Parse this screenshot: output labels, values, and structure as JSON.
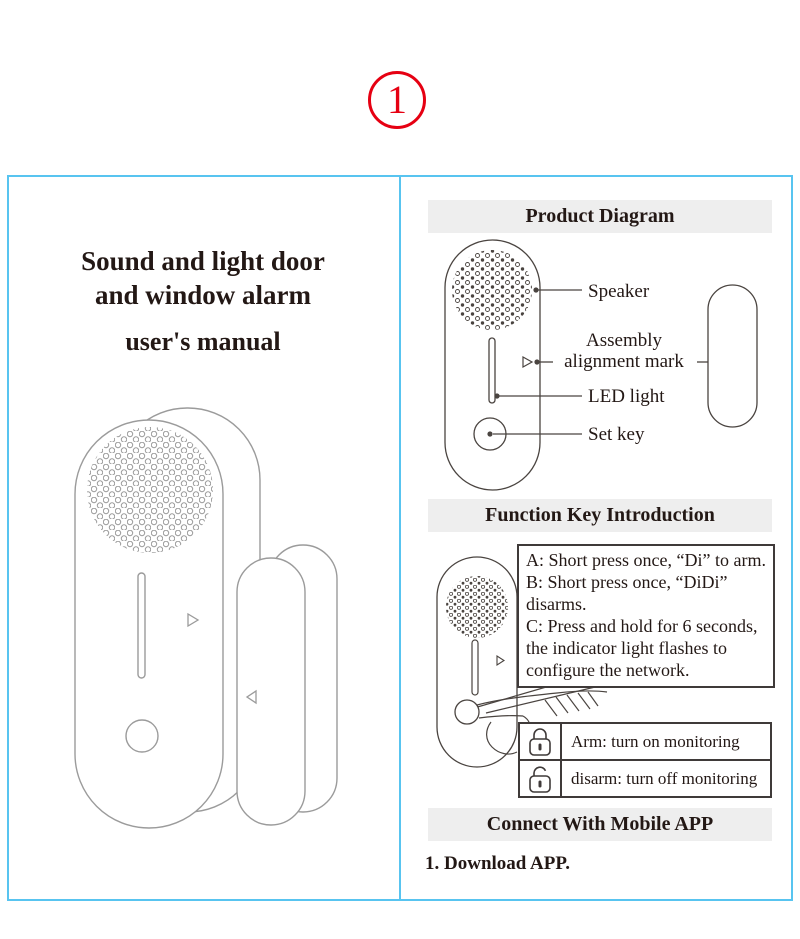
{
  "colors": {
    "accent_red": "#e60012",
    "panel_border": "#58c4f0",
    "section_header_bg": "#eeeeee",
    "ink": "#231815",
    "line_art_light": "#9b9b9b",
    "line_art_dark": "#4a4440"
  },
  "page": {
    "sheet_number": "1"
  },
  "left_page": {
    "title_line1": "Sound and light door",
    "title_line2": "and window alarm",
    "subtitle": "user's manual"
  },
  "right_page": {
    "product_diagram": {
      "header": "Product Diagram",
      "callouts": {
        "speaker": "Speaker",
        "assembly_line1": "Assembly",
        "assembly_line2": "alignment mark",
        "led": "LED light",
        "set_key": "Set key"
      }
    },
    "function_key": {
      "header": "Function Key Introduction",
      "instructions": [
        "A: Short press once, “Di” to arm.",
        "B: Short press once, “DiDi” disarms.",
        "C: Press and hold for 6 seconds, the indicator light flashes to configure the network."
      ],
      "modes": [
        {
          "icon": "lock-closed-icon",
          "label": "Arm: turn on monitoring"
        },
        {
          "icon": "lock-open-icon",
          "label": "disarm: turn off monitoring"
        }
      ]
    },
    "connect_app": {
      "header": "Connect With Mobile APP",
      "step_1": "1. Download APP."
    }
  }
}
